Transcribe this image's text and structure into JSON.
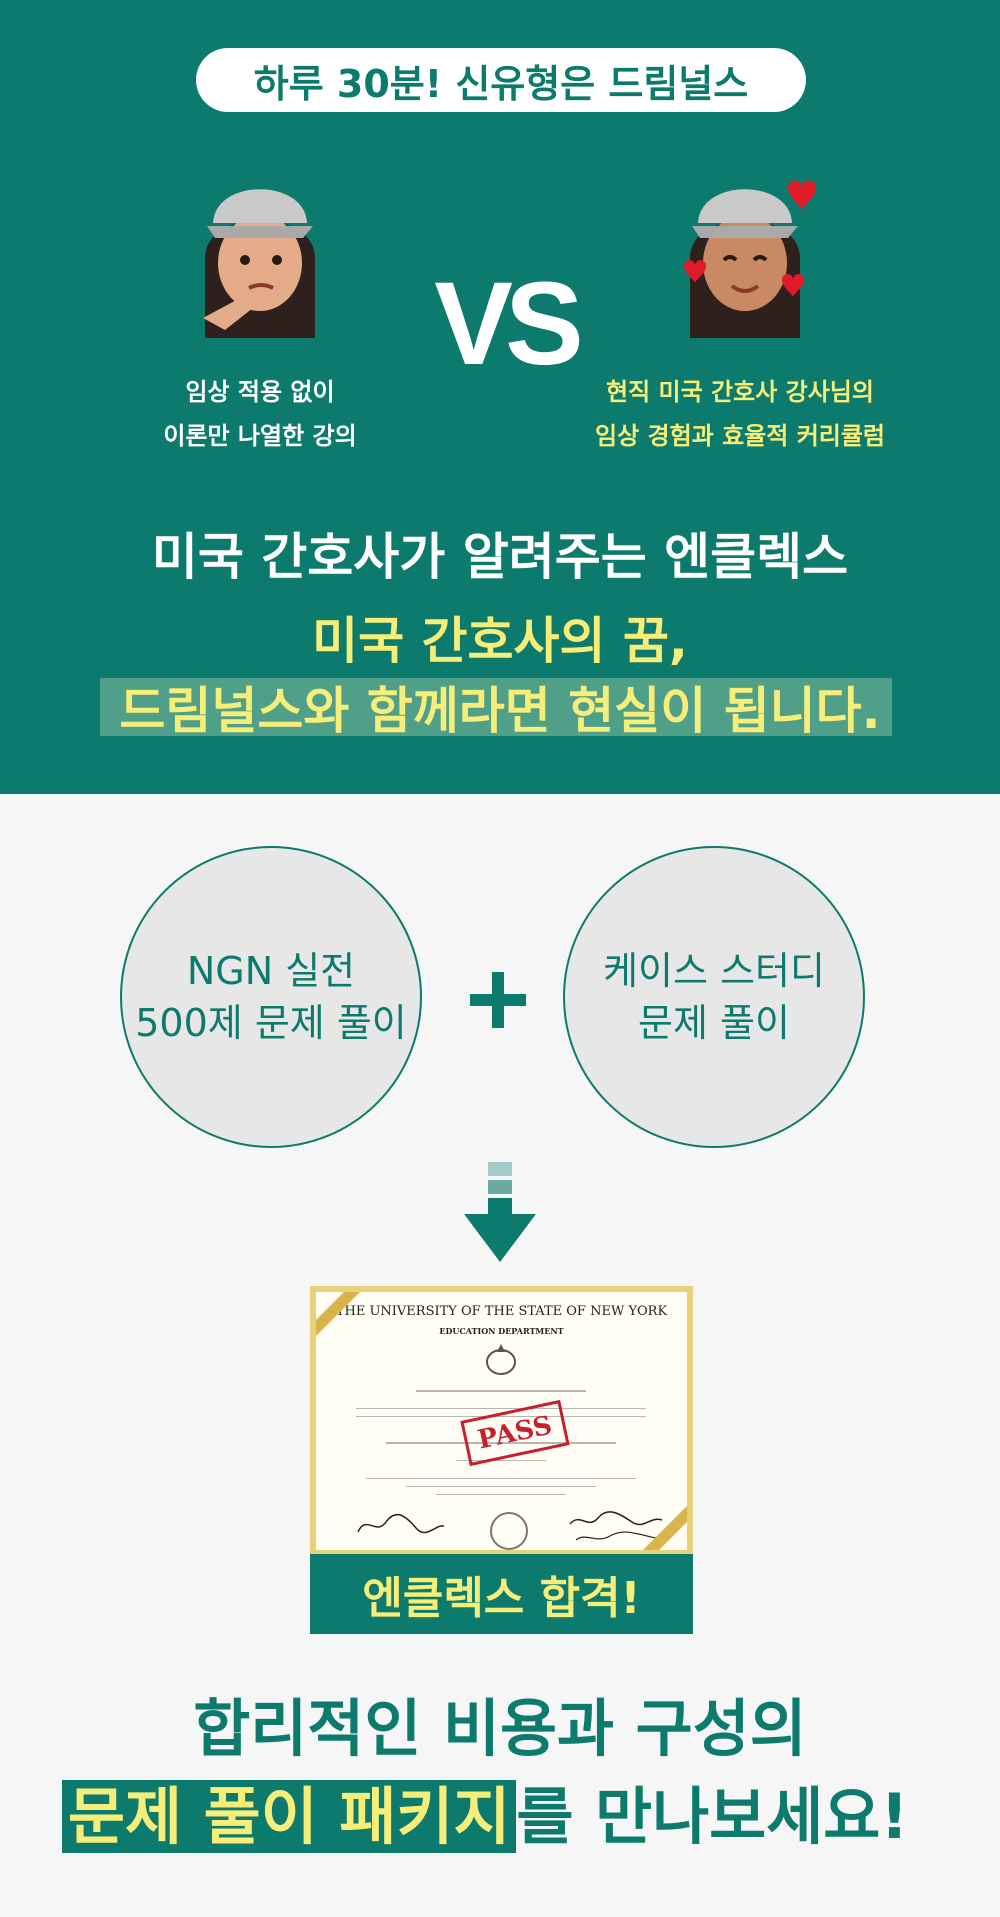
{
  "header": {
    "pill": "하루 30분! 신유형은 드림널스"
  },
  "compare": {
    "vs": "VS",
    "left_caption": [
      "임상 적용 없이",
      "이론만 나열한 강의"
    ],
    "right_caption": [
      "현직 미국 간호사 강사님의",
      "임상 경험과 효율적 커리큘럼"
    ]
  },
  "headline": {
    "line1": "미국 간호사가 알려주는 엔클렉스",
    "line2": "미국 간호사의 꿈,",
    "line3": "드림널스와 함께라면 현실이 됩니다."
  },
  "features": {
    "left": [
      "NGN 실전",
      "500제 문제 풀이"
    ],
    "right": [
      "케이스 스터디",
      "문제 풀이"
    ]
  },
  "certificate": {
    "title": "THE UNIVERSITY OF THE STATE OF NEW YORK",
    "subtitle": "EDUCATION DEPARTMENT",
    "stamp": "PASS",
    "badge": "엔클렉스 합격!"
  },
  "closing": {
    "line1": "합리적인 비용과 구성의",
    "highlight": "문제 풀이 패키지",
    "rest": "를 만나보세요!"
  },
  "colors": {
    "teal": "#0c7a6c",
    "yellow": "#f7ee7a",
    "white": "#ffffff"
  }
}
